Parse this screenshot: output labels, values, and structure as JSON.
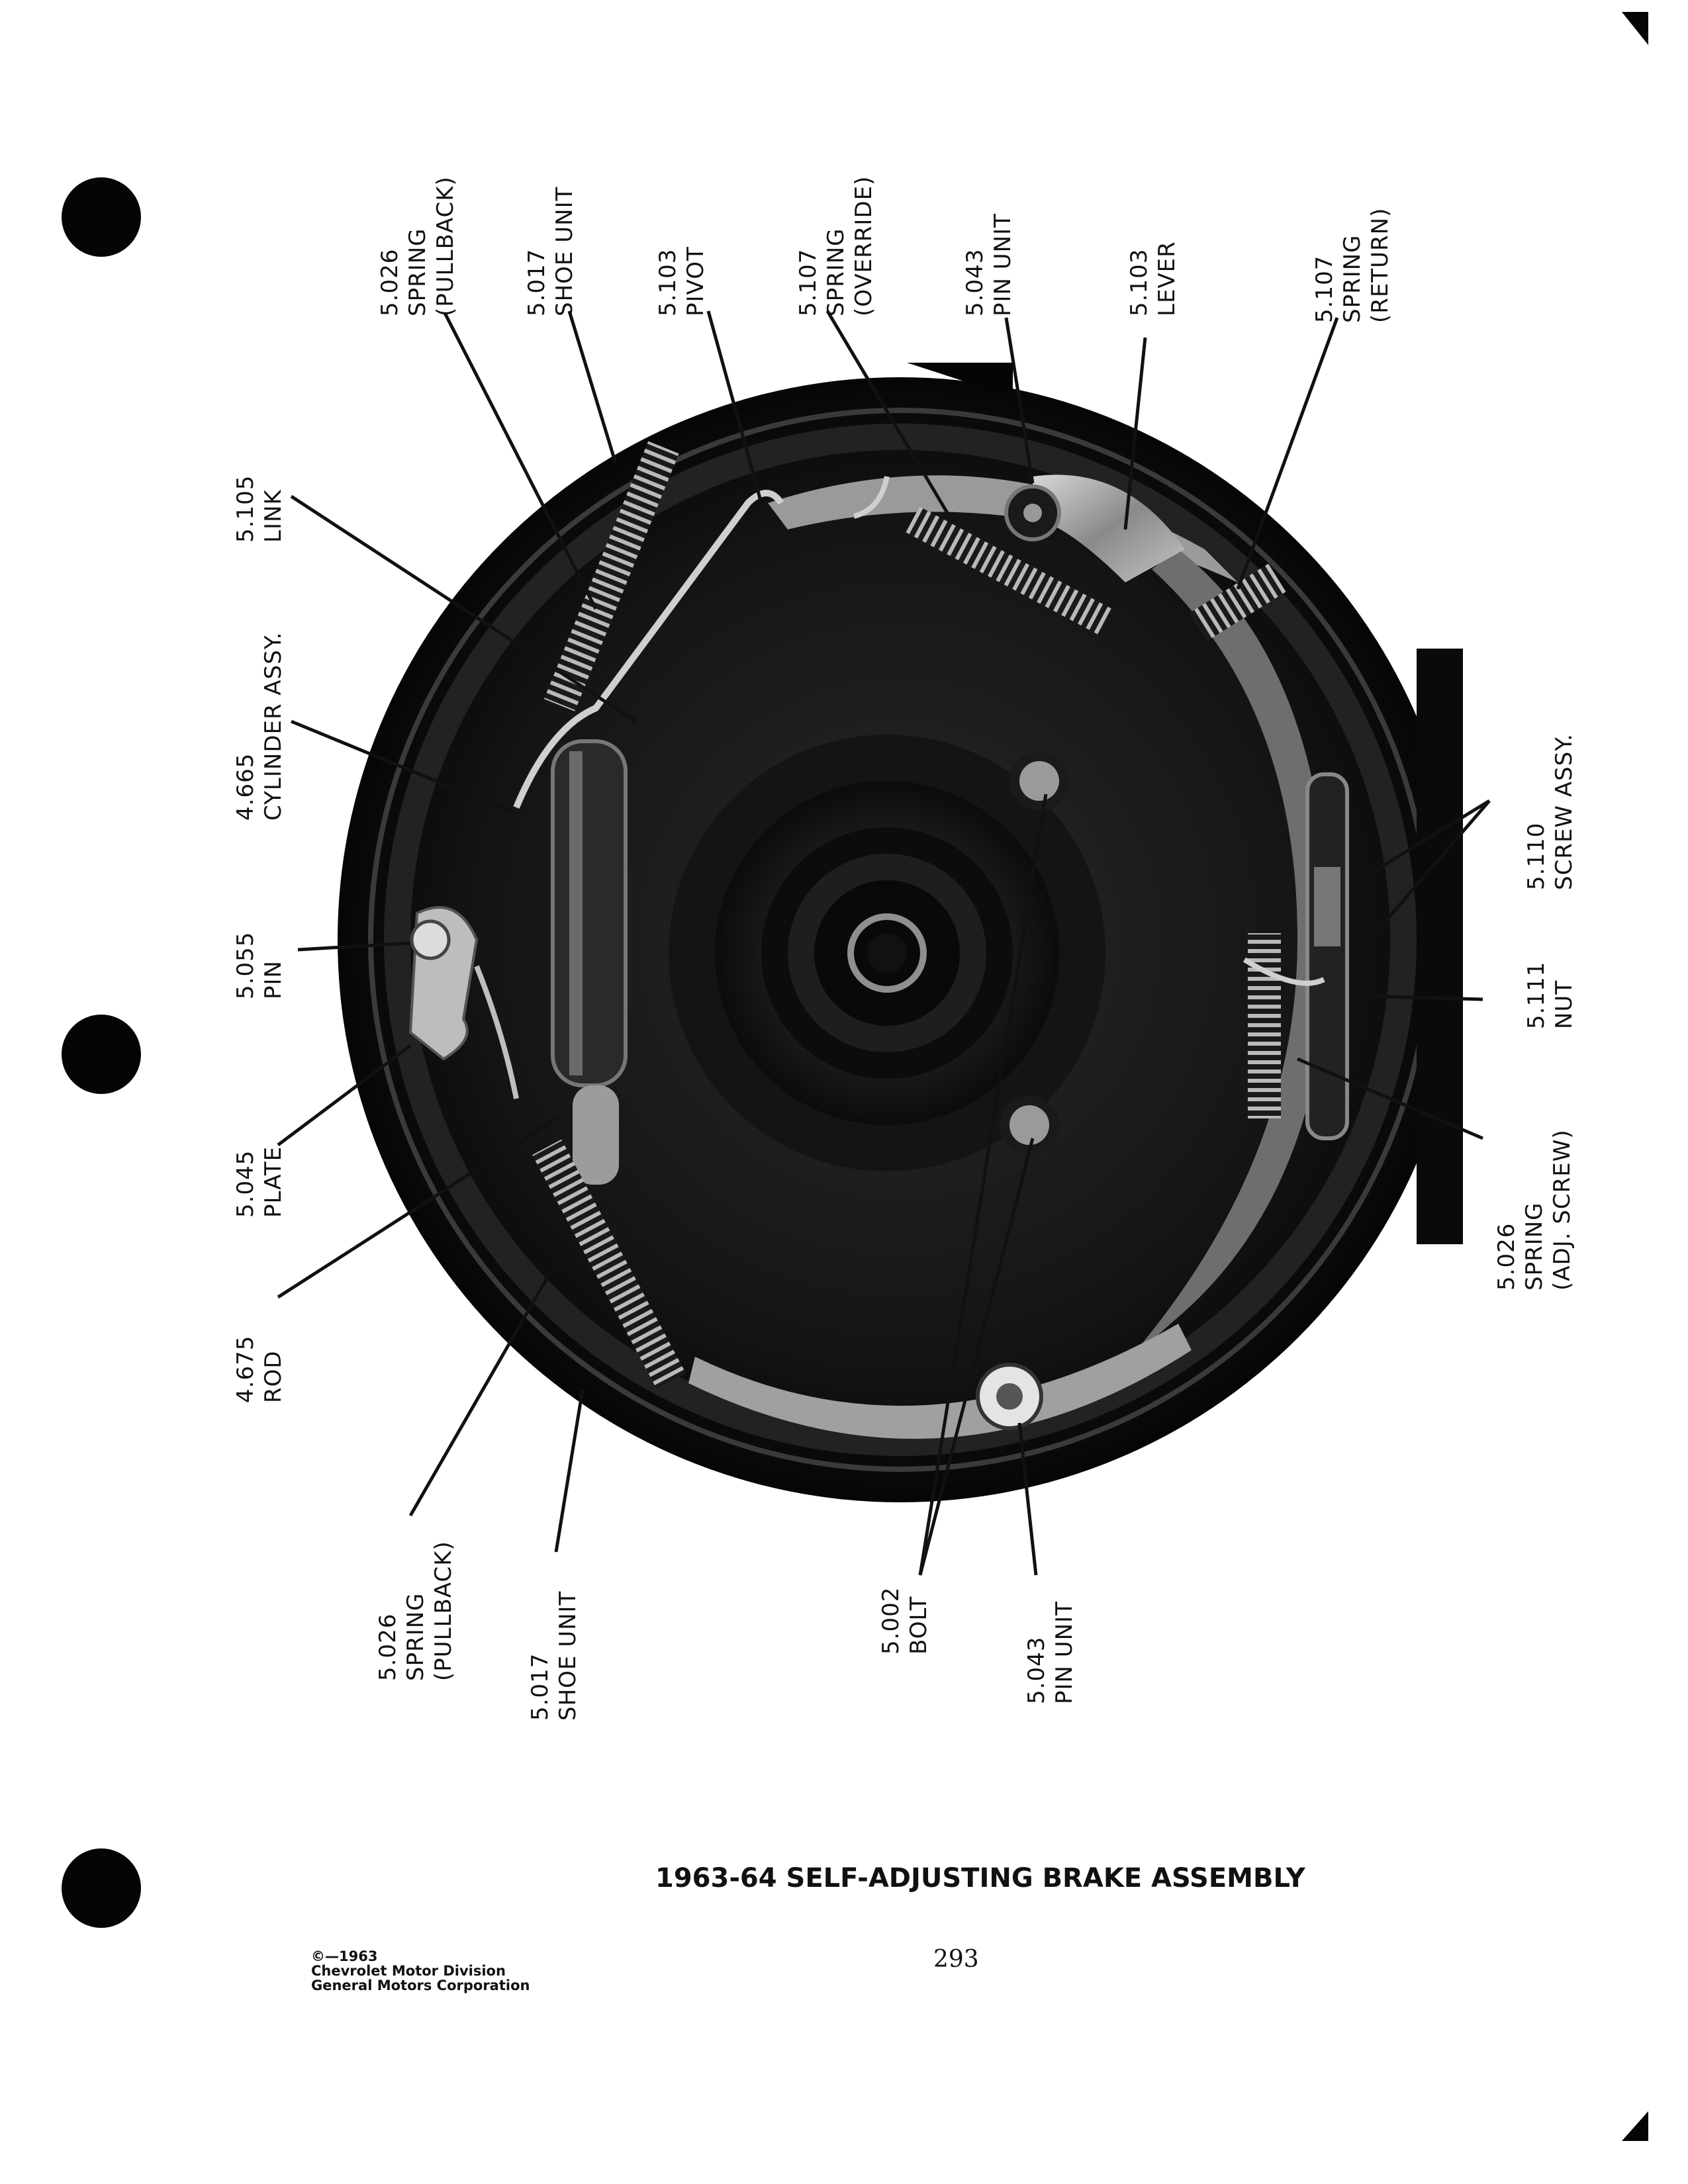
{
  "labels": [
    {
      "id": "spring-pullback-top",
      "number": "5.026",
      "lines": [
        "SPRING",
        "(PULLBACK)"
      ]
    },
    {
      "id": "shoe-unit-top",
      "number": "5.017",
      "lines": [
        "SHOE  UNIT"
      ]
    },
    {
      "id": "pivot",
      "number": "5.103",
      "lines": [
        "PIVOT"
      ]
    },
    {
      "id": "spring-override",
      "number": "5.107",
      "lines": [
        "SPRING",
        "(OVERRIDE)"
      ]
    },
    {
      "id": "pin-unit-top",
      "number": "5.043",
      "lines": [
        "PIN  UNIT"
      ]
    },
    {
      "id": "lever",
      "number": "5.103",
      "lines": [
        "LEVER"
      ]
    },
    {
      "id": "spring-return",
      "number": "5.107",
      "lines": [
        "SPRING",
        "(RETURN)"
      ]
    },
    {
      "id": "link",
      "number": "5.105",
      "lines": [
        "LINK"
      ]
    },
    {
      "id": "cylinder-assy",
      "number": "4.665",
      "lines": [
        "CYLINDER  ASSY."
      ]
    },
    {
      "id": "pin",
      "number": "5.055",
      "lines": [
        "PIN"
      ]
    },
    {
      "id": "plate",
      "number": "5.045",
      "lines": [
        "PLATE"
      ]
    },
    {
      "id": "rod",
      "number": "4.675",
      "lines": [
        "ROD"
      ]
    },
    {
      "id": "screw-assy",
      "number": "5.110",
      "lines": [
        "SCREW  ASSY."
      ]
    },
    {
      "id": "nut",
      "number": "5.111",
      "lines": [
        "NUT"
      ]
    },
    {
      "id": "spring-adj-screw",
      "number": "5.026",
      "lines": [
        "SPRING",
        "(ADJ.  SCREW)"
      ]
    },
    {
      "id": "spring-pullback-bottom",
      "number": "5.026",
      "lines": [
        "SPRING",
        "(PULLBACK)"
      ]
    },
    {
      "id": "shoe-unit-bottom",
      "number": "5.017",
      "lines": [
        "SHOE  UNIT"
      ]
    },
    {
      "id": "bolt",
      "number": "5.002",
      "lines": [
        "BOLT"
      ]
    },
    {
      "id": "pin-unit-bottom",
      "number": "5.043",
      "lines": [
        "PIN  UNIT"
      ]
    }
  ],
  "caption": "1963-64 SELF-ADJUSTING BRAKE ASSEMBLY",
  "page_number": "293",
  "copyright": [
    "©—1963",
    "Chevrolet Motor Division",
    "General Motors Corporation"
  ]
}
